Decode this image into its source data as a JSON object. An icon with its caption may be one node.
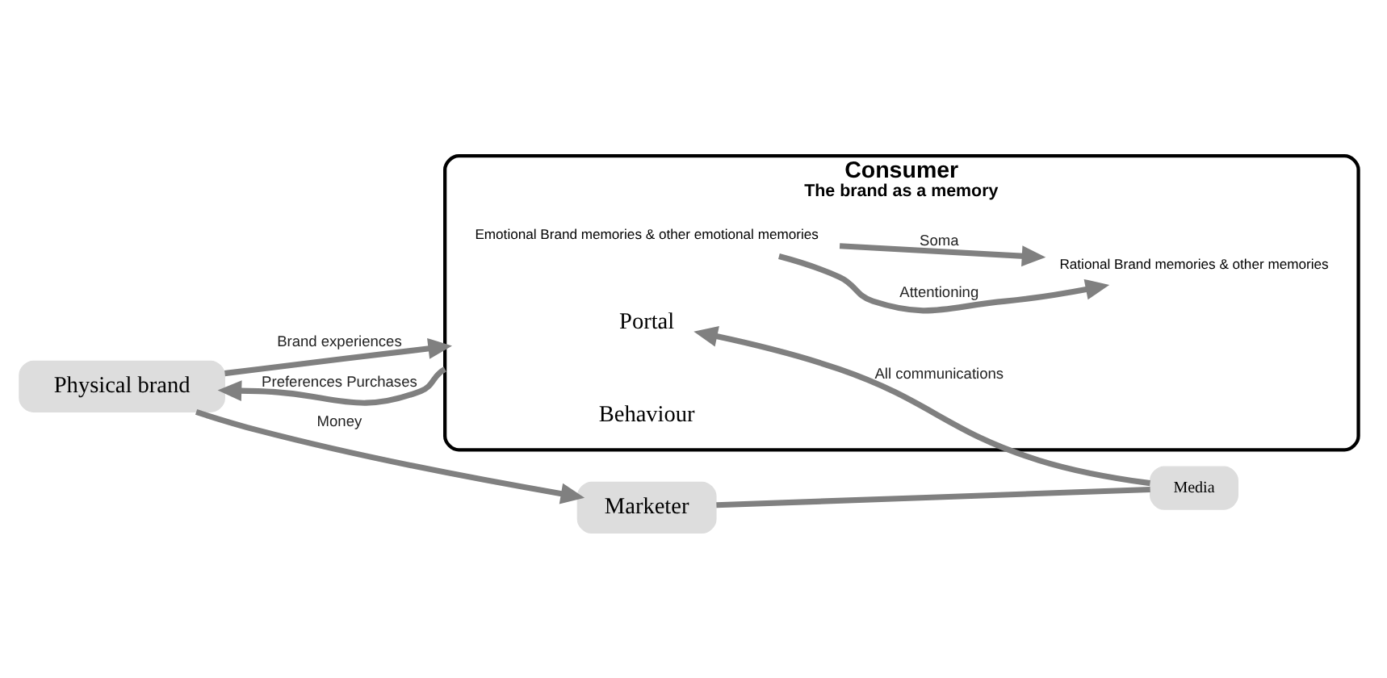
{
  "diagram": {
    "nodes": [
      {
        "text": [
          "Physical brand"
        ]
      },
      {
        "text": [
          "Marketer"
        ]
      },
      {
        "text": [
          "Media"
        ]
      },
      {
        "text": [
          "Consumer",
          "The brand as a memory"
        ]
      },
      {
        "text": [
          "Portal"
        ],
        "in": 3
      },
      {
        "text": [
          "Emotional Brand memories & other emotional memories"
        ],
        "in": 3
      },
      {
        "text": [
          "Rational Brand memories & other memories"
        ],
        "in": 3
      },
      {
        "text": [
          "Behaviour"
        ],
        "in": 3
      }
    ],
    "edges": [
      {
        "from": 0,
        "to": 1,
        "arrow": "to",
        "label": "Money"
      },
      {
        "from": 0,
        "to": 3,
        "arrow": "to",
        "label": "Brand experiences"
      },
      {
        "from": 1,
        "to": 2,
        "arrow": "none"
      },
      {
        "from": 2,
        "to": 4,
        "arrow": "to",
        "label": "All communications"
      },
      {
        "from": 5,
        "to": 6,
        "arrow": "to",
        "label": "Attentioning"
      },
      {
        "from": 5,
        "to": 6,
        "arrow": "to",
        "label": "Soma"
      },
      {
        "from": 3,
        "to": 0,
        "arrow": "to",
        "label": "Preferences Purchases"
      }
    ]
  }
}
